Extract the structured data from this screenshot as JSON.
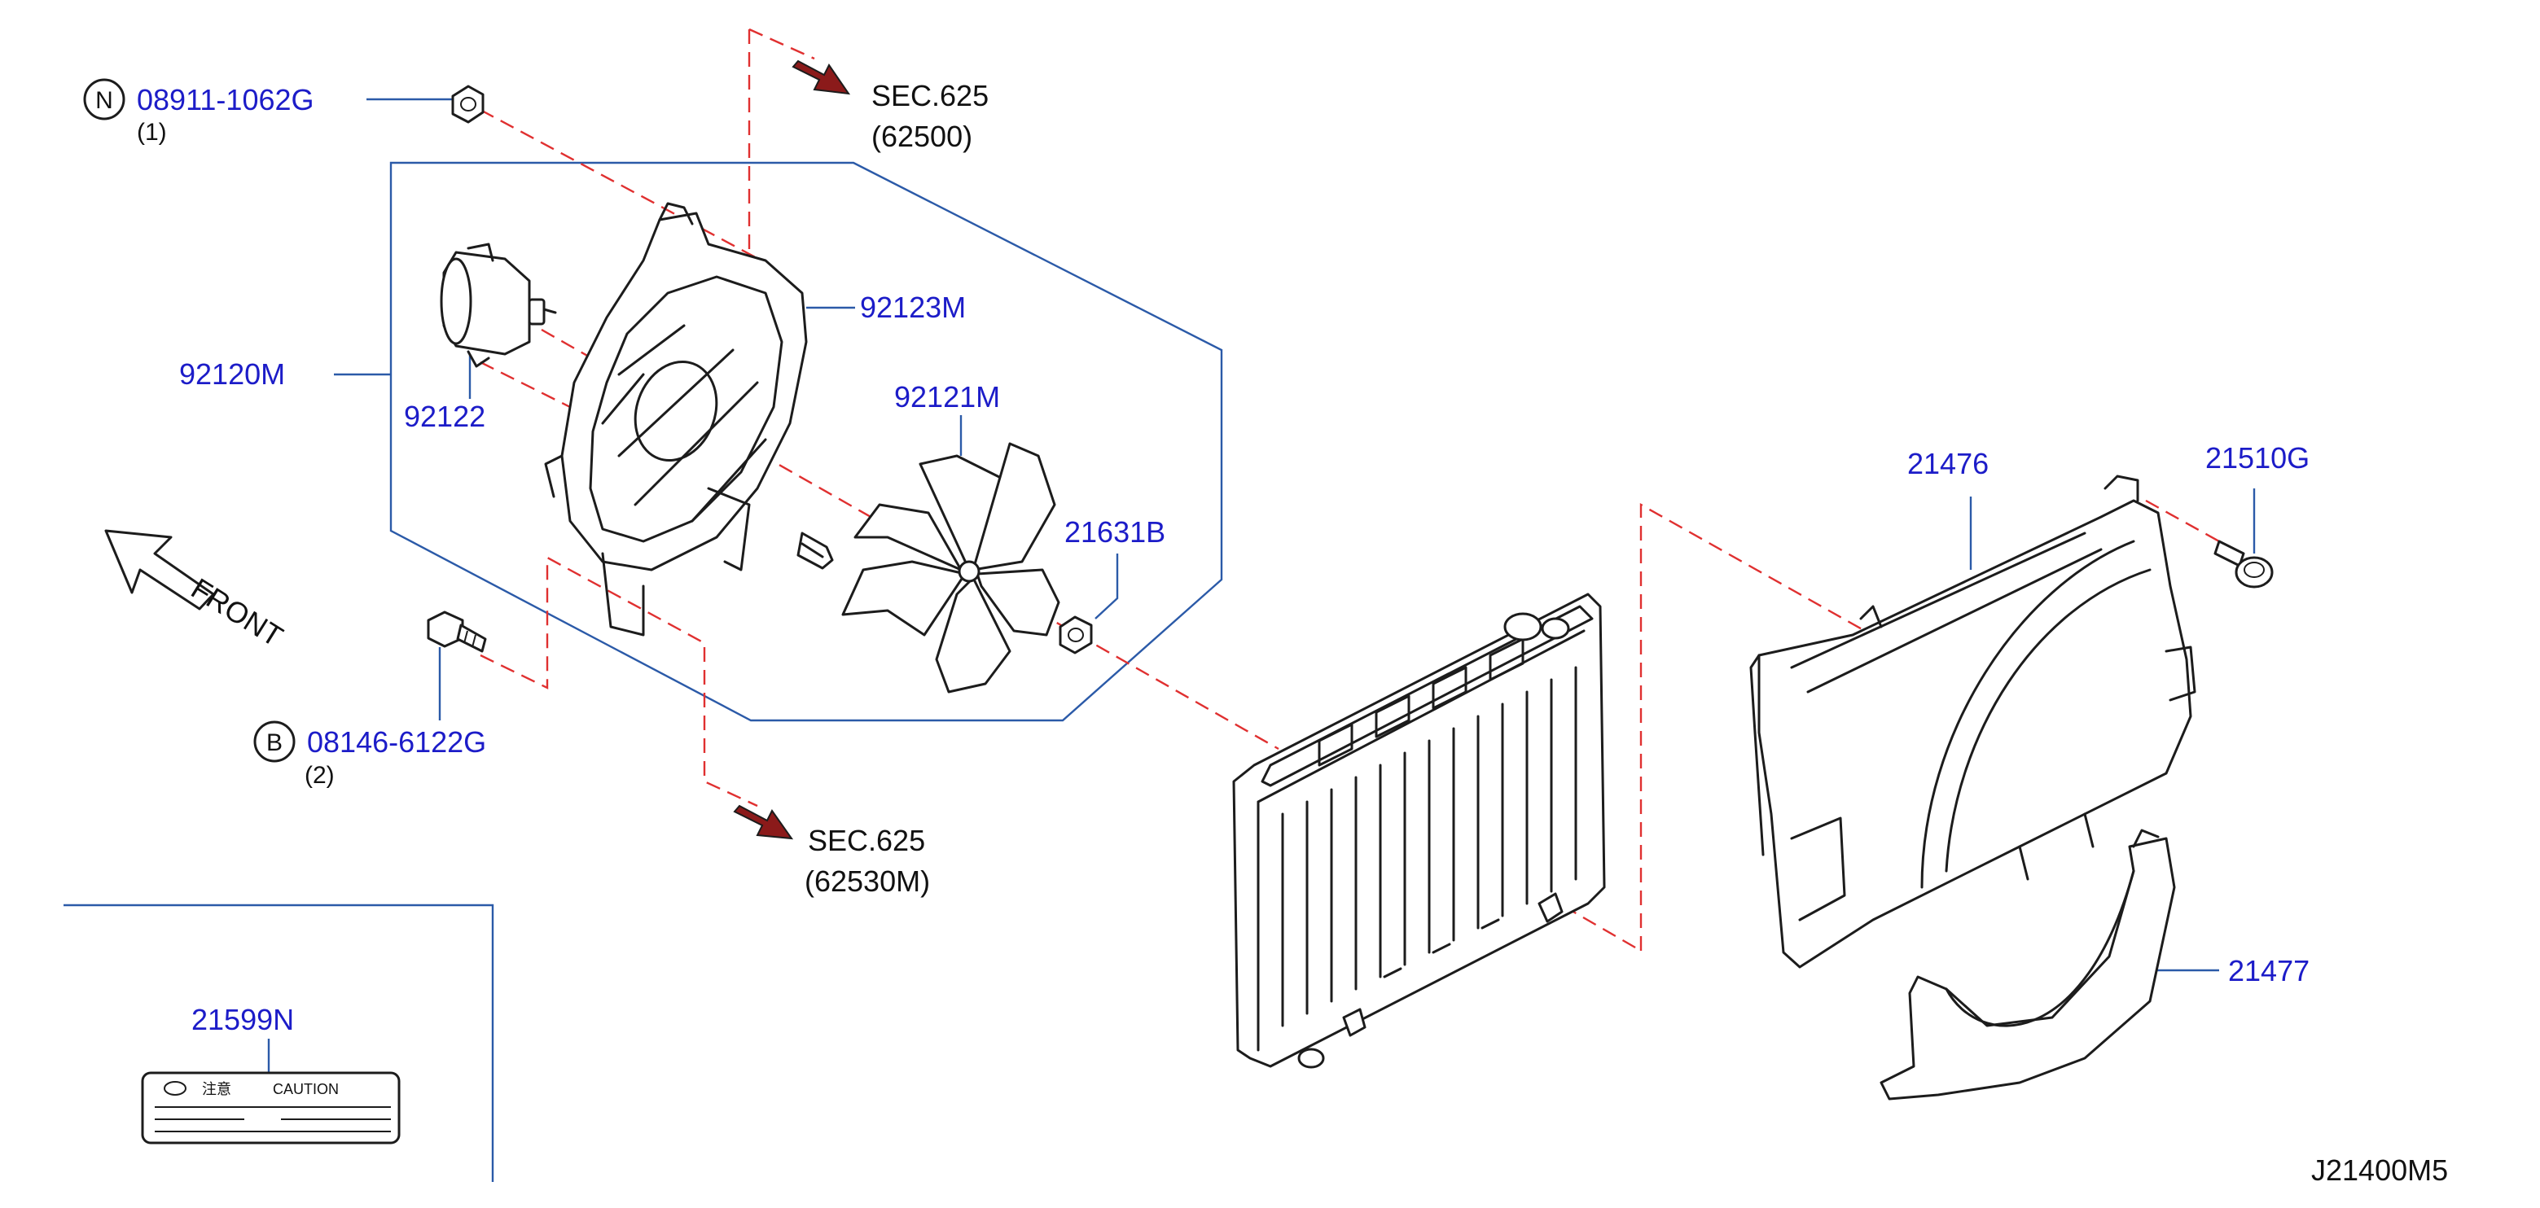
{
  "diagram_id": "J21400M5",
  "parts": {
    "nut": {
      "number": "08911-1062G",
      "symbol": "N",
      "qty": "(1)"
    },
    "bolt": {
      "number": "08146-6122G",
      "symbol": "B",
      "qty": "(2)"
    },
    "fan_motor_assy": {
      "number": "92120M"
    },
    "fan_shroud": {
      "number": "92123M"
    },
    "fan_blade": {
      "number": "92121M"
    },
    "fan_motor": {
      "number": "92122"
    },
    "fan_nut": {
      "number": "21631B"
    },
    "radiator_shroud_upper": {
      "number": "21476"
    },
    "shroud_clip": {
      "number": "21510G"
    },
    "radiator_shroud_lower": {
      "number": "21477"
    },
    "caution_label": {
      "number": "21599N",
      "kanji": "注意",
      "caution": "CAUTION"
    }
  },
  "sections": {
    "upper": {
      "title": "SEC.625",
      "ref": "(62500)"
    },
    "lower": {
      "title": "SEC.625",
      "ref": "(62530M)"
    }
  },
  "front": {
    "label": "FRONT"
  },
  "colors": {
    "part_number": "#1c1cc8",
    "leader": "#2b5aa8",
    "center_line": "#e03030",
    "arrow": "#8b1a1a"
  }
}
